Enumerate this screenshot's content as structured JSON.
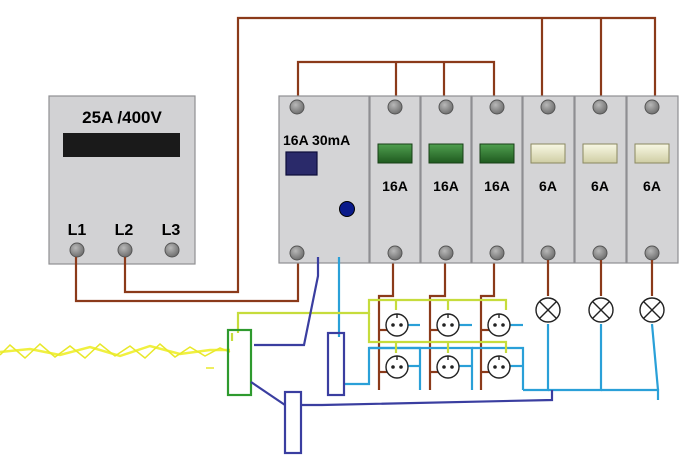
{
  "meter": {
    "rating": "25A /400V",
    "terminals": [
      "L1",
      "L2",
      "L3"
    ]
  },
  "rcd": {
    "rating": "16A 30mA"
  },
  "breakers": [
    {
      "label": "16A",
      "type": "socket-circuit"
    },
    {
      "label": "16A",
      "type": "socket-circuit"
    },
    {
      "label": "16A",
      "type": "socket-circuit"
    },
    {
      "label": "6A",
      "type": "lighting-circuit"
    },
    {
      "label": "6A",
      "type": "lighting-circuit"
    },
    {
      "label": "6A",
      "type": "lighting-circuit"
    }
  ],
  "colors": {
    "phase": "#8b3a1a",
    "neutral": "#2aa0d8",
    "protective_earth": "#c6dc3c",
    "earth_conductor": "#3a3ea0",
    "ground_rod": "#f0f040",
    "module_body": "#d4d4d6",
    "breaker_lever_16a": "#2e7a2e",
    "breaker_lever_6a": "#ecebc8",
    "rcd_test_button": "#0a1a8a"
  },
  "icons": {
    "socket": "socket-outlet-icon",
    "lamp": "lamp-icon",
    "terminal": "terminal-screw-icon"
  }
}
